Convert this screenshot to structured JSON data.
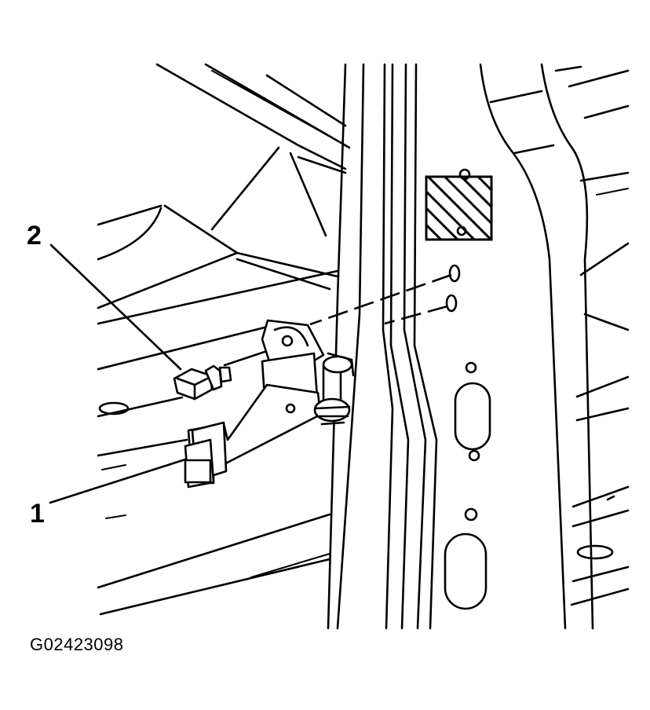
{
  "callouts": [
    {
      "id": "1",
      "label": "1",
      "part": "door-hinge"
    },
    {
      "id": "2",
      "label": "2",
      "part": "hinge-bolt"
    }
  ],
  "figure_id": "G02423098",
  "hatch_color": "#000000",
  "line_color": "#000000",
  "background_color": "#ffffff"
}
